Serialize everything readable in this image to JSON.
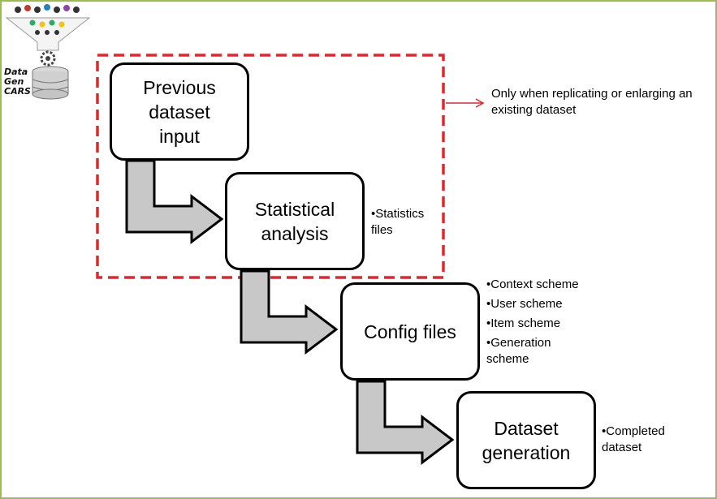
{
  "logo": {
    "text_lines": [
      "Data",
      "Gen",
      "CARS"
    ]
  },
  "boxes": {
    "previous": "Previous dataset input",
    "statistical": "Statistical analysis",
    "config": "Config files",
    "generation": "Dataset generation"
  },
  "callout": {
    "text": "Only when replicating or enlarging an existing dataset"
  },
  "outputs": {
    "statistical": [
      "•Statistics files"
    ],
    "config": [
      "•Context scheme",
      "•User scheme",
      "•Item scheme",
      "•Generation scheme"
    ],
    "generation": [
      "•Completed dataset"
    ]
  },
  "colors": {
    "dashed_region": "#e3262b",
    "arrow_fill": "#c8c8c8",
    "frame": "#9bbb59",
    "callout_arrow": "#e3262b"
  }
}
